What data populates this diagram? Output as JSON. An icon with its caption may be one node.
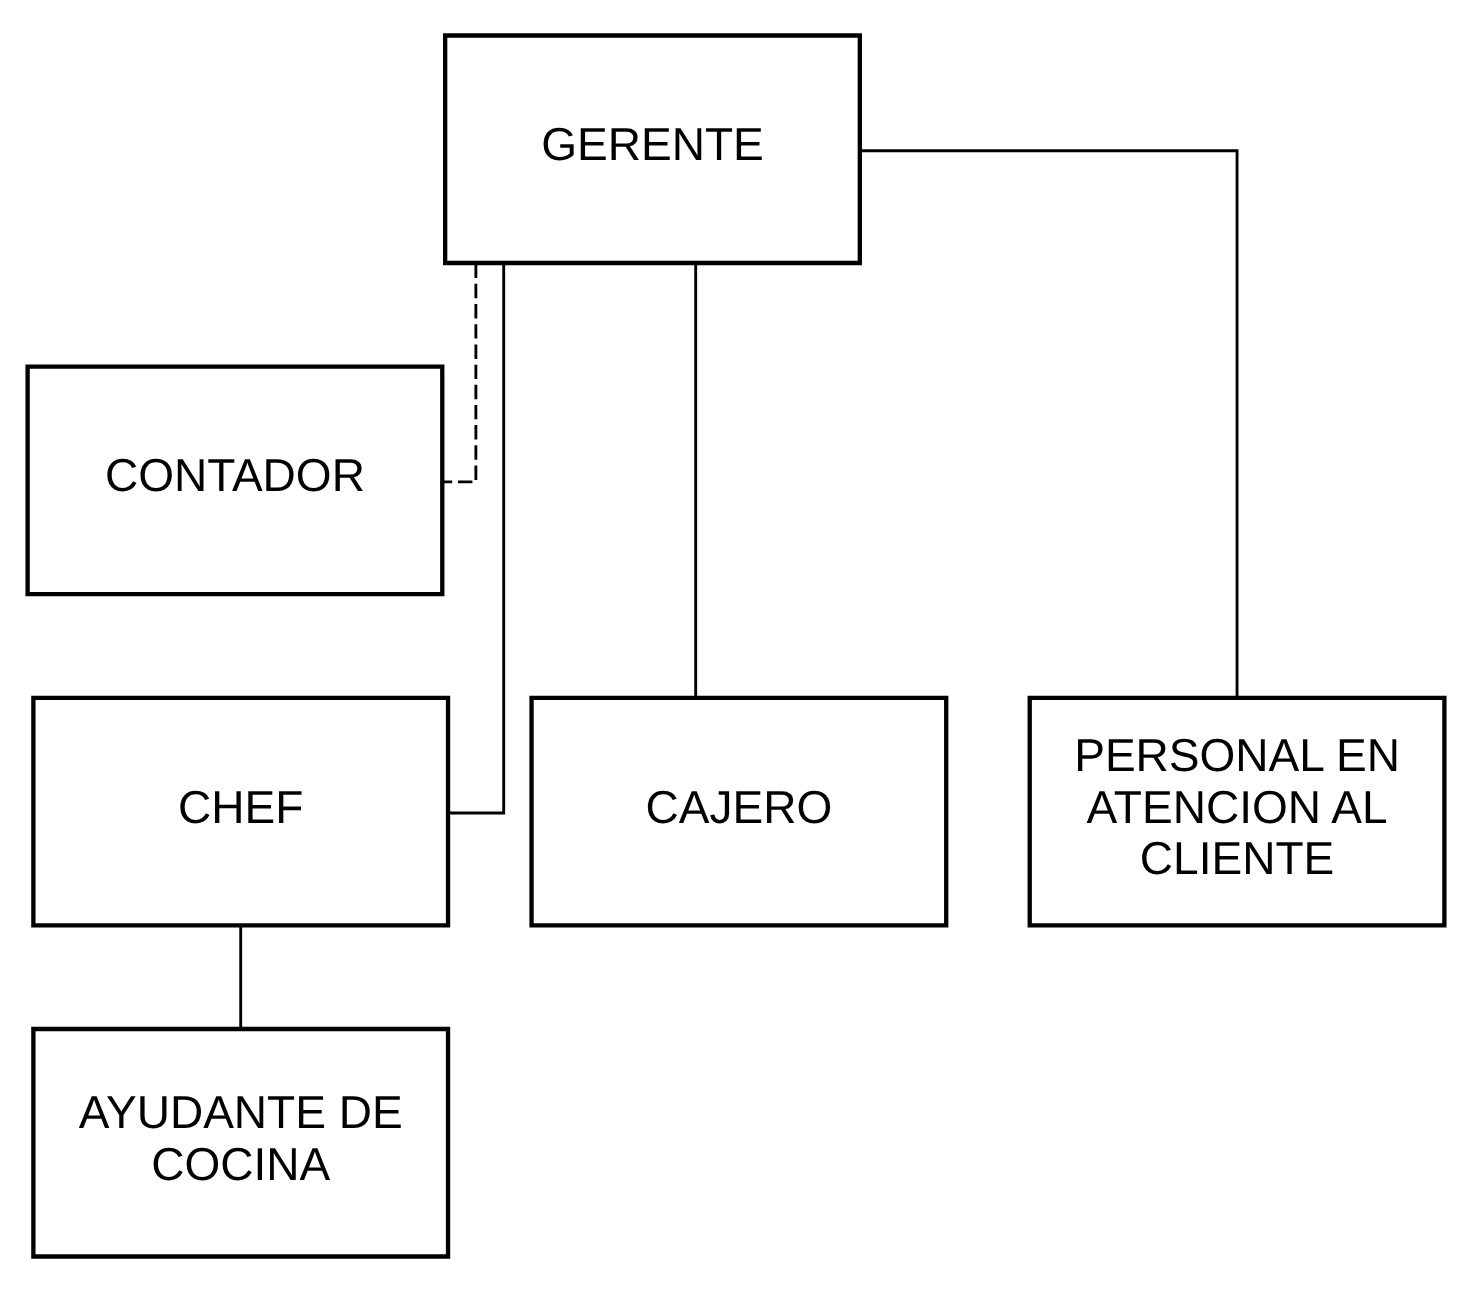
{
  "diagram": {
    "nodes": [
      {
        "text": [
          "GERENTE"
        ]
      },
      {
        "text": [
          "CONTADOR"
        ]
      },
      {
        "text": [
          "CHEF"
        ]
      },
      {
        "text": [
          "CAJERO"
        ]
      },
      {
        "text": [
          "PERSONAL EN ATENCION AL CLIENTE"
        ]
      },
      {
        "text": [
          "AYUDANTE DE COCINA"
        ]
      }
    ],
    "edges": [
      {
        "from": 0,
        "to": 1,
        "arrow": "none",
        "style": "dashed"
      },
      {
        "from": 0,
        "to": 2,
        "arrow": "none"
      },
      {
        "from": 0,
        "to": 3,
        "arrow": "none"
      },
      {
        "from": 0,
        "to": 4,
        "arrow": "none"
      },
      {
        "from": 2,
        "to": 5,
        "arrow": "none"
      }
    ]
  }
}
